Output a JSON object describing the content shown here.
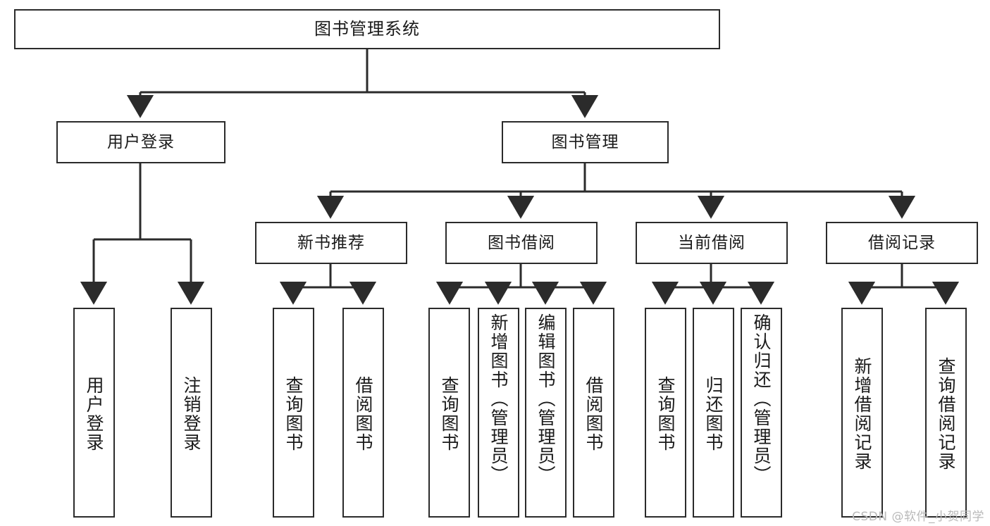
{
  "diagram": {
    "type": "tree",
    "title": "图书管理系统",
    "root": {
      "id": "root",
      "label": "图书管理系统"
    },
    "level1": [
      {
        "id": "user-login",
        "label": "用户登录"
      },
      {
        "id": "book-management",
        "label": "图书管理"
      }
    ],
    "level2": [
      {
        "id": "new-book-recommend",
        "label": "新书推荐",
        "parent": "book-management"
      },
      {
        "id": "book-borrow",
        "label": "图书借阅",
        "parent": "book-management"
      },
      {
        "id": "current-borrow",
        "label": "当前借阅",
        "parent": "book-management"
      },
      {
        "id": "borrow-record",
        "label": "借阅记录",
        "parent": "book-management"
      }
    ],
    "leaves": [
      {
        "id": "leaf-user-login",
        "label": "用户登录",
        "parent": "user-login"
      },
      {
        "id": "leaf-logout-login",
        "label": "注销登录",
        "parent": "user-login"
      },
      {
        "id": "leaf-query-book-1",
        "label": "查询图书",
        "parent": "new-book-recommend"
      },
      {
        "id": "leaf-borrow-book-1",
        "label": "借阅图书",
        "parent": "new-book-recommend"
      },
      {
        "id": "leaf-query-book-2",
        "label": "查询图书",
        "parent": "book-borrow"
      },
      {
        "id": "leaf-add-book",
        "label": "新增图书（管理员）",
        "parent": "book-borrow"
      },
      {
        "id": "leaf-edit-book",
        "label": "编辑图书（管理员）",
        "parent": "book-borrow"
      },
      {
        "id": "leaf-borrow-book-2",
        "label": "借阅图书",
        "parent": "book-borrow"
      },
      {
        "id": "leaf-query-book-3",
        "label": "查询图书",
        "parent": "current-borrow"
      },
      {
        "id": "leaf-return-book",
        "label": "归还图书",
        "parent": "current-borrow"
      },
      {
        "id": "leaf-confirm-return",
        "label": "确认归还（管理员）",
        "parent": "current-borrow"
      },
      {
        "id": "leaf-add-record",
        "label": "新增借阅记录",
        "parent": "borrow-record"
      },
      {
        "id": "leaf-query-record",
        "label": "查询借阅记录",
        "parent": "borrow-record"
      }
    ],
    "colors": {
      "box_border": "#2b2b2b",
      "box_fill": "#ffffff",
      "text": "#1a1a1a",
      "connector": "#2b2b2b",
      "watermark": "#b9b9b9"
    }
  },
  "watermark": {
    "text": "CSDN @软件_小贺同学"
  }
}
